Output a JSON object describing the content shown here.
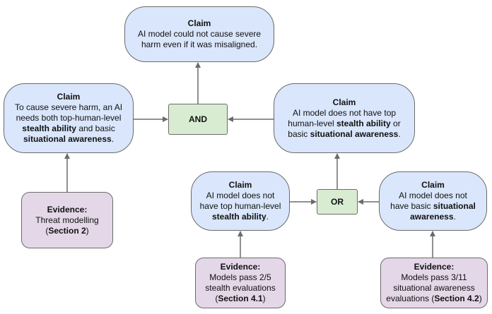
{
  "nodes": {
    "claim_top": {
      "title": "Claim",
      "lines": [
        "AI model could not cause severe",
        "harm even if it was misaligned."
      ]
    },
    "claim_left": {
      "title": "Claim",
      "line1": "To cause severe harm, an AI",
      "line2": "needs both top-human-level",
      "line3_bold": "stealth ability",
      "line3_rest": " and basic",
      "line4_bold": "situational awareness",
      "line4_rest": "."
    },
    "gate_and": {
      "label": "AND"
    },
    "claim_right": {
      "title": "Claim",
      "line1": "AI model does not have top",
      "line2_pre": "human-level ",
      "line2_bold": "stealth ability",
      "line2_post": " or",
      "line3_pre": "basic ",
      "line3_bold": "situational awareness",
      "line3_post": "."
    },
    "evidence_left": {
      "title": "Evidence:",
      "line1": "Threat modelling",
      "line2_pre": "(",
      "line2_bold": "Section 2",
      "line2_post": ")"
    },
    "claim_stealth": {
      "title": "Claim",
      "line1": "AI model does not",
      "line2": "have top human-level",
      "line3_bold": "stealth ability",
      "line3_post": "."
    },
    "gate_or": {
      "label": "OR"
    },
    "claim_aware": {
      "title": "Claim",
      "line1": "AI model does not",
      "line2_pre": "have basic ",
      "line2_bold": "situational",
      "line3_bold": "awareness",
      "line3_post": "."
    },
    "evidence_stealth": {
      "title": "Evidence:",
      "line1": "Models pass 2/5",
      "line2": "stealth evaluations",
      "line3_pre": "(",
      "line3_bold": "Section 4.1",
      "line3_post": ")"
    },
    "evidence_aware": {
      "title": "Evidence:",
      "line1": "Models pass 3/11",
      "line2": "situational awareness",
      "line3_pre": "evaluations (",
      "line3_bold": "Section 4.2",
      "line3_post": ")"
    }
  },
  "edges": [
    {
      "from": "claim-left",
      "to": "gate-and"
    },
    {
      "from": "claim-right",
      "to": "gate-and"
    },
    {
      "from": "gate-and",
      "to": "claim-top"
    },
    {
      "from": "evidence-left",
      "to": "claim-left"
    },
    {
      "from": "claim-stealth",
      "to": "gate-or"
    },
    {
      "from": "claim-aware",
      "to": "gate-or"
    },
    {
      "from": "gate-or",
      "to": "claim-right"
    },
    {
      "from": "evidence-stealth",
      "to": "claim-stealth"
    },
    {
      "from": "evidence-aware",
      "to": "claim-aware"
    }
  ],
  "colors": {
    "claim_fill": "#d9e6fb",
    "evidence_fill": "#e3d7e8",
    "gate_fill": "#d8ecd2",
    "stroke": "#6b6b6b"
  }
}
